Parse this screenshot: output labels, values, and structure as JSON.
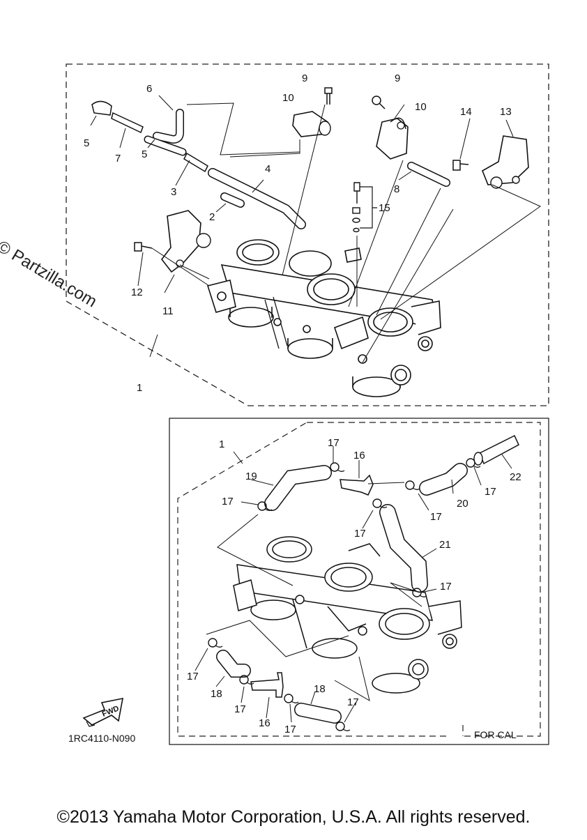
{
  "watermark": "© Partzilla.com",
  "diagram_code": "1RC4110-N090",
  "fwd_label": "FWD",
  "variant_label": "FOR CAL",
  "copyright": "©2013 Yamaha Motor Corporation, U.S.A. All rights reserved.",
  "callouts": {
    "c1a": "1",
    "c2": "2",
    "c3": "3",
    "c4": "4",
    "c5a": "5",
    "c5b": "5",
    "c6": "6",
    "c7": "7",
    "c8": "8",
    "c9a": "9",
    "c9b": "9",
    "c10a": "10",
    "c10b": "10",
    "c11": "11",
    "c12": "12",
    "c13": "13",
    "c14": "14",
    "c15": "15",
    "c1b": "1",
    "c16a": "16",
    "c16b": "16",
    "c17a": "17",
    "c17b": "17",
    "c17c": "17",
    "c17d": "17",
    "c17e": "17",
    "c17f": "17",
    "c17g": "17",
    "c17h": "17",
    "c17i": "17",
    "c17j": "17",
    "c18a": "18",
    "c18b": "18",
    "c19": "19",
    "c20": "20",
    "c21": "21",
    "c22": "22"
  }
}
